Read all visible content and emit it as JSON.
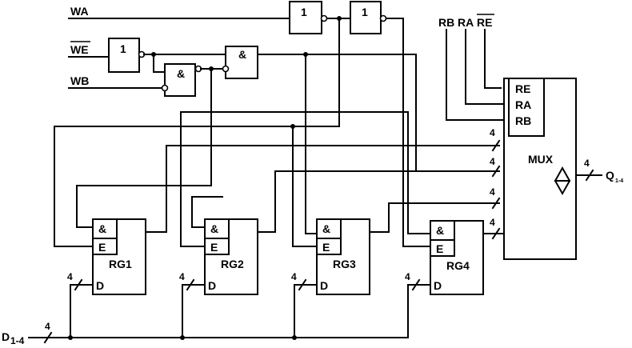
{
  "inputs": {
    "wa": "WA",
    "we": "WE",
    "wb": "WB",
    "rb": "RB",
    "ra": "RA",
    "re": "RE"
  },
  "gates": {
    "not_sym": "1",
    "and_sym": "&"
  },
  "registers": [
    {
      "name": "RG1",
      "and": "&",
      "en": "E",
      "d": "D",
      "bus": "4"
    },
    {
      "name": "RG2",
      "and": "&",
      "en": "E",
      "d": "D",
      "bus": "4"
    },
    {
      "name": "RG3",
      "and": "&",
      "en": "E",
      "d": "D",
      "bus": "4"
    },
    {
      "name": "RG4",
      "and": "&",
      "en": "E",
      "d": "D",
      "bus": "4"
    }
  ],
  "mux": {
    "label": "MUX",
    "ports": [
      "RE",
      "RA",
      "RB"
    ],
    "bus_widths": [
      "4",
      "4",
      "4",
      "4"
    ],
    "out_bus": "4",
    "output": "Q",
    "output_sub": "1-4"
  },
  "data_in": {
    "label": "D",
    "sub": "1-4",
    "bus": "4"
  }
}
